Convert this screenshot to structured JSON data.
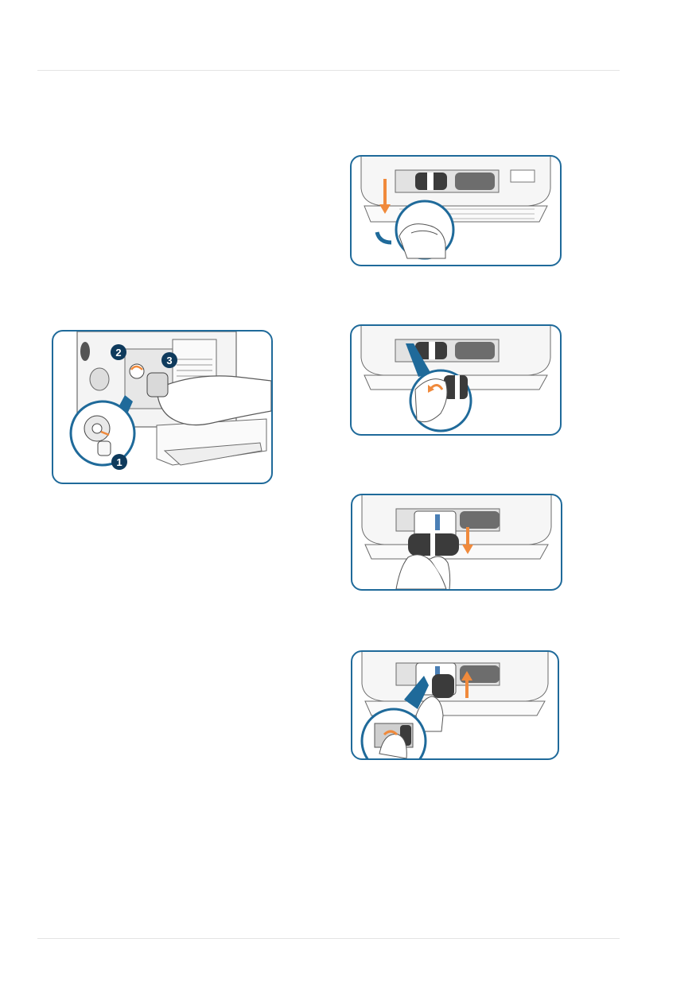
{
  "document": {
    "illustrations": [
      {
        "id": "connector-removal",
        "steps": [
          "2",
          "3",
          "1"
        ]
      },
      {
        "id": "open-door"
      },
      {
        "id": "rotate-capsule"
      },
      {
        "id": "pull-out-cartridge"
      },
      {
        "id": "insert-cartridge"
      }
    ],
    "colors": {
      "frame": "#1f6a9a",
      "arrow": "#f08a3c",
      "badge": "#0e3a5c",
      "device_line": "#6b6b6b",
      "cartridge": "#3b3b3b"
    }
  }
}
